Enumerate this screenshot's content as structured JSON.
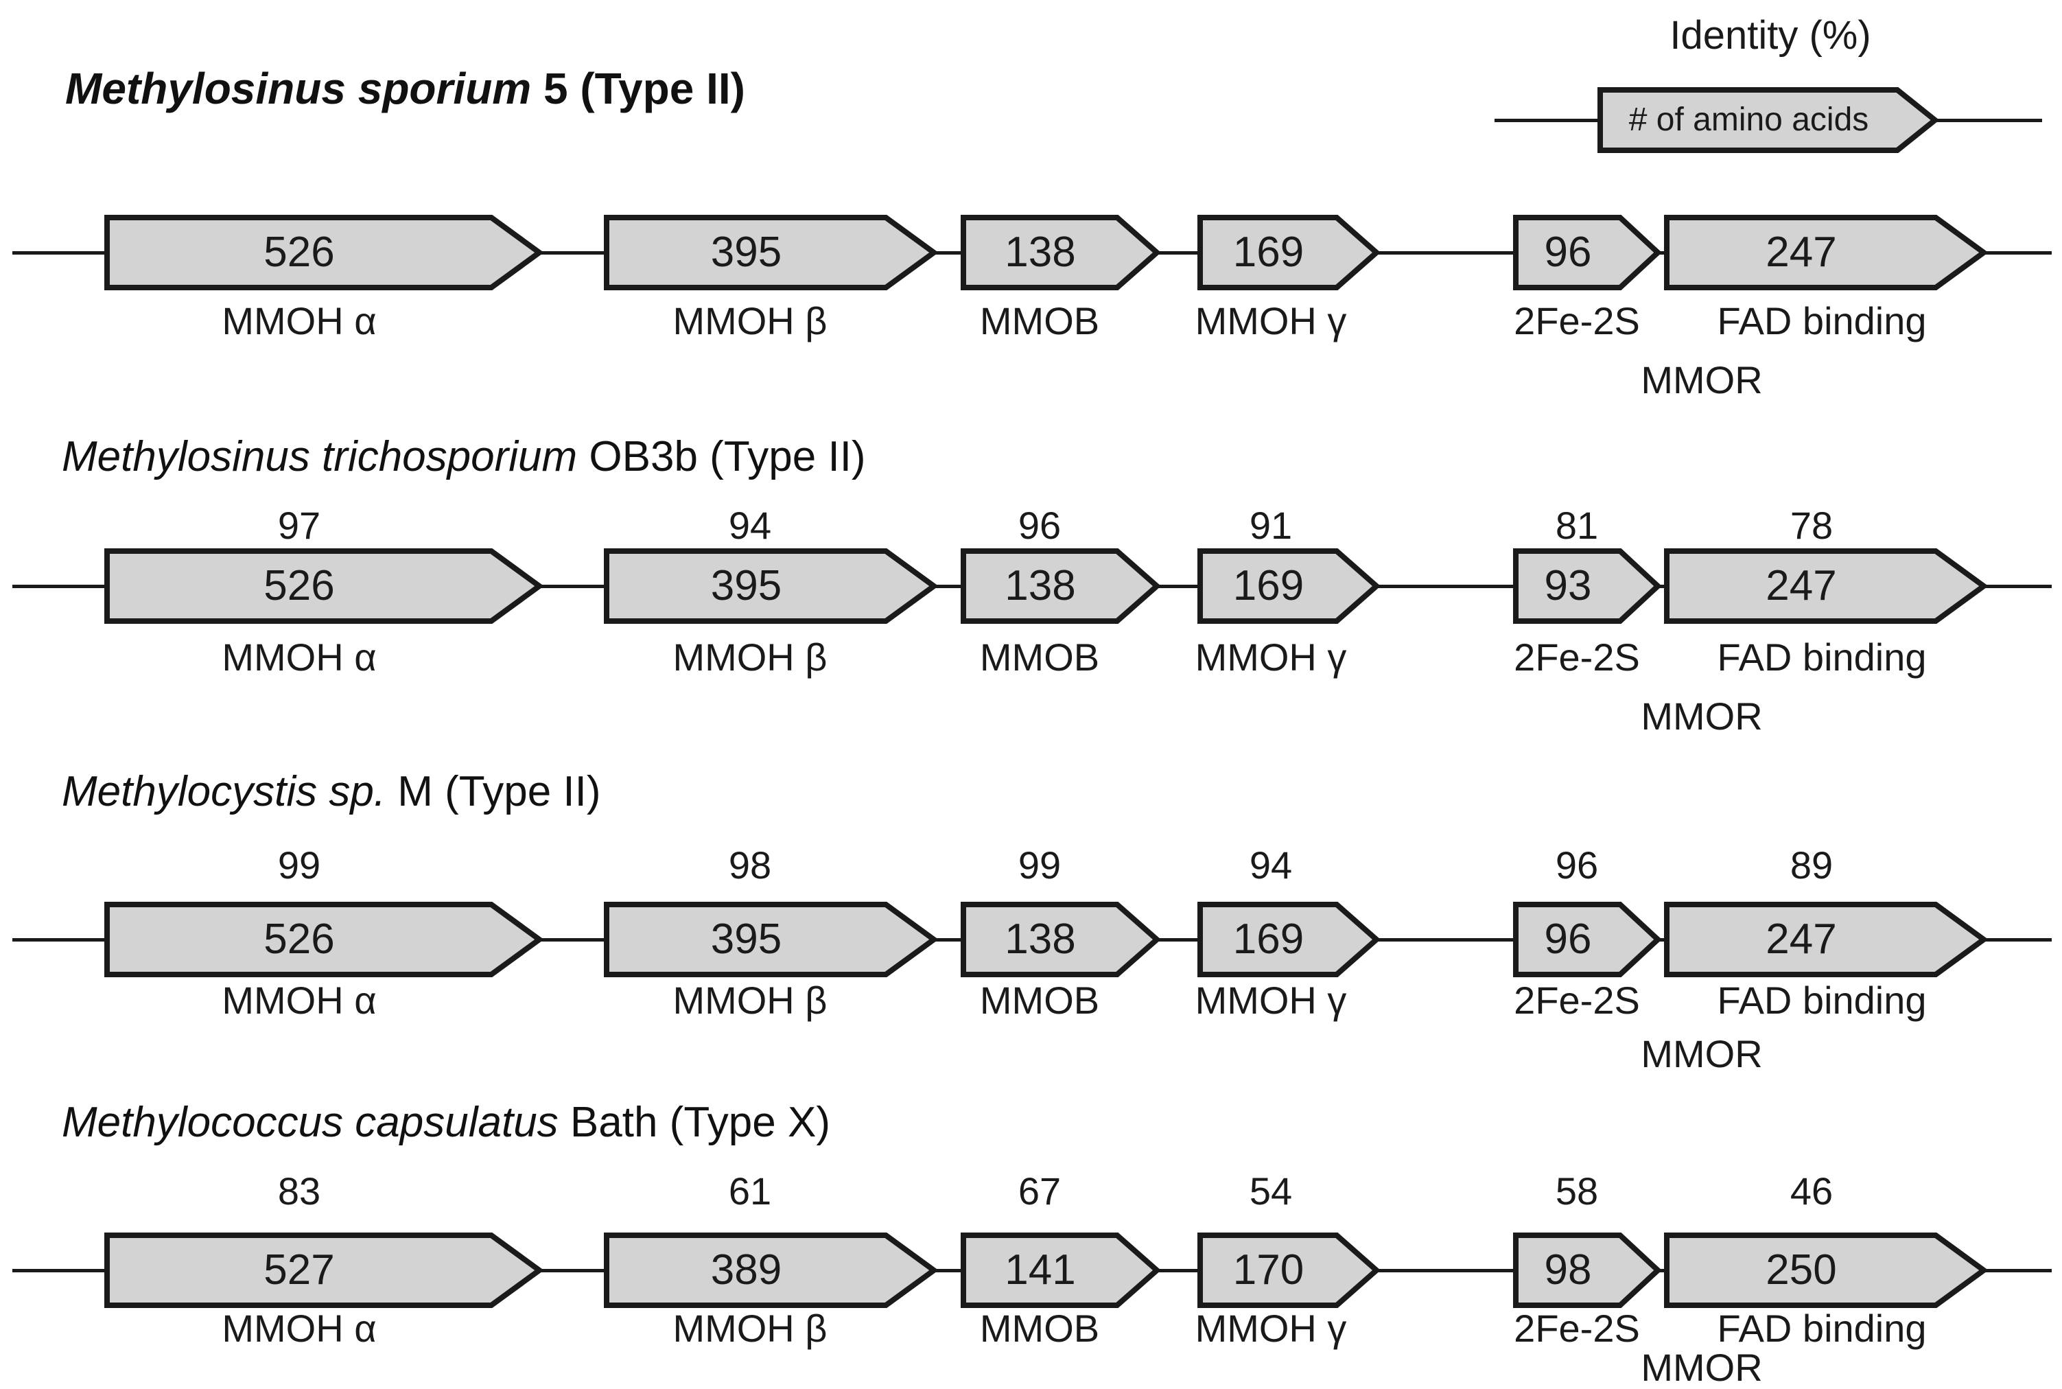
{
  "legend": {
    "title": "Identity (%)",
    "arrow_label": "# of amino acids"
  },
  "rows": [
    {
      "species": "Methylosinus sporium",
      "strain": "  5 (Type II)",
      "genes": [
        {
          "size": "526",
          "label": "MMOH α"
        },
        {
          "size": "395",
          "label": "MMOH β"
        },
        {
          "size": "138",
          "label": "MMOB"
        },
        {
          "size": "169",
          "label": "MMOH γ"
        },
        {
          "size": "96",
          "label": "2Fe-2S"
        },
        {
          "size": "247",
          "label": "FAD binding"
        }
      ],
      "group_label": "MMOR"
    },
    {
      "species": "Methylosinus trichosporium",
      "strain": " OB3b (Type II)",
      "identities": [
        "97",
        "94",
        "96",
        "91",
        "81",
        "78"
      ],
      "genes": [
        {
          "size": "526",
          "label": "MMOH α"
        },
        {
          "size": "395",
          "label": "MMOH β"
        },
        {
          "size": "138",
          "label": "MMOB"
        },
        {
          "size": "169",
          "label": "MMOH γ"
        },
        {
          "size": "93",
          "label": "2Fe-2S"
        },
        {
          "size": "247",
          "label": "FAD binding"
        }
      ],
      "group_label": "MMOR"
    },
    {
      "species": "Methylocystis sp.",
      "strain": " M (Type II)",
      "identities": [
        "99",
        "98",
        "99",
        "94",
        "96",
        "89"
      ],
      "genes": [
        {
          "size": "526",
          "label": "MMOH α"
        },
        {
          "size": "395",
          "label": "MMOH β"
        },
        {
          "size": "138",
          "label": "MMOB"
        },
        {
          "size": "169",
          "label": "MMOH γ"
        },
        {
          "size": "96",
          "label": "2Fe-2S"
        },
        {
          "size": "247",
          "label": "FAD binding"
        }
      ],
      "group_label": "MMOR"
    },
    {
      "species": "Methylococcus capsulatus",
      "strain": " Bath (Type X)",
      "identities": [
        "83",
        "61",
        "67",
        "54",
        "58",
        "46"
      ],
      "genes": [
        {
          "size": "527",
          "label": "MMOH α"
        },
        {
          "size": "389",
          "label": "MMOH β"
        },
        {
          "size": "141",
          "label": "MMOB"
        },
        {
          "size": "170",
          "label": "MMOH γ"
        },
        {
          "size": "98",
          "label": "2Fe-2S"
        },
        {
          "size": "250",
          "label": "FAD binding"
        }
      ],
      "group_label": "MMOR"
    }
  ]
}
